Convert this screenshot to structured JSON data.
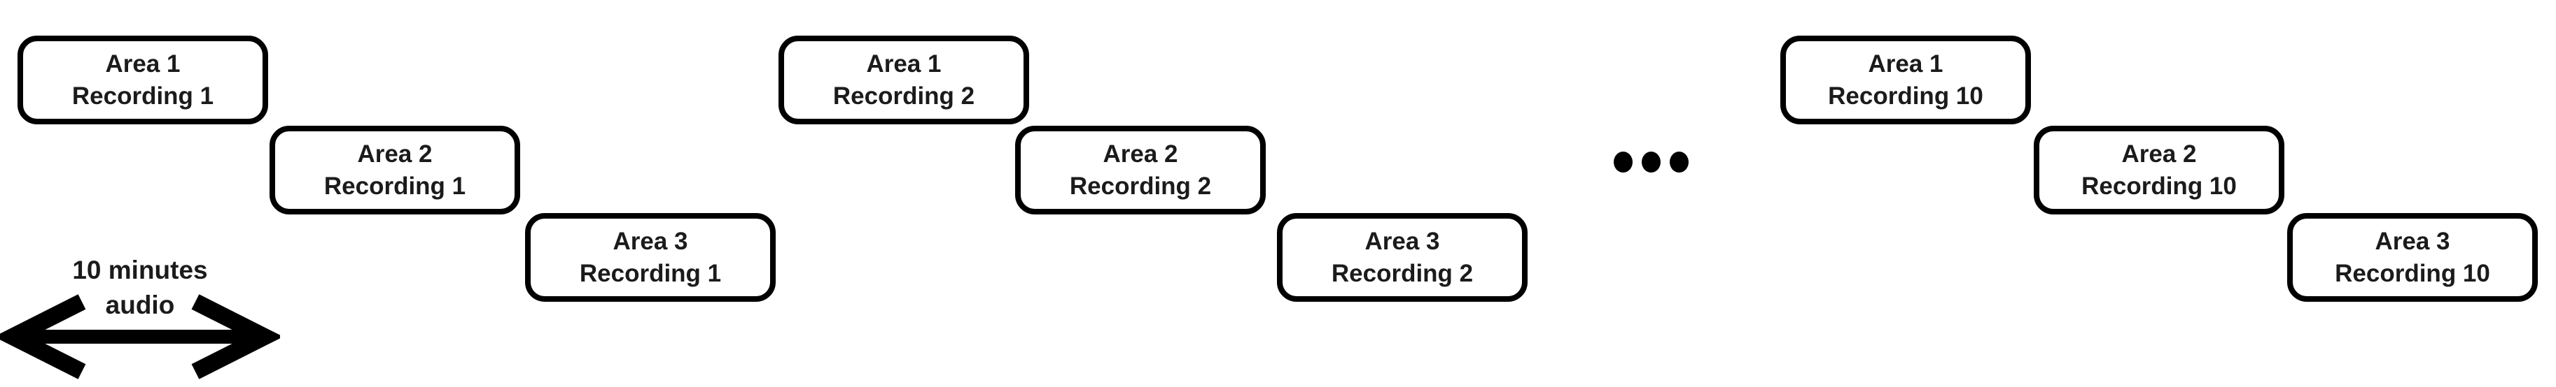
{
  "diagram": {
    "colors": {
      "stroke": "#000000",
      "text": "#1b1b1b",
      "background": "#ffffff"
    },
    "boxes": [
      {
        "area": "Area 1",
        "recording": "Recording 1"
      },
      {
        "area": "Area 2",
        "recording": "Recording 1"
      },
      {
        "area": "Area 3",
        "recording": "Recording 1"
      },
      {
        "area": "Area 1",
        "recording": "Recording 2"
      },
      {
        "area": "Area 2",
        "recording": "Recording 2"
      },
      {
        "area": "Area 3",
        "recording": "Recording 2"
      },
      {
        "area": "Area 1",
        "recording": "Recording 10"
      },
      {
        "area": "Area 2",
        "recording": "Recording 10"
      },
      {
        "area": "Area 3",
        "recording": "Recording 10"
      }
    ],
    "ellipsis": {
      "icon": "ellipsis-dots",
      "dot_count": 3
    },
    "time_scale": {
      "line1": "10 minutes",
      "line2": "audio",
      "arrow_icon": "double-headed-arrow"
    }
  }
}
